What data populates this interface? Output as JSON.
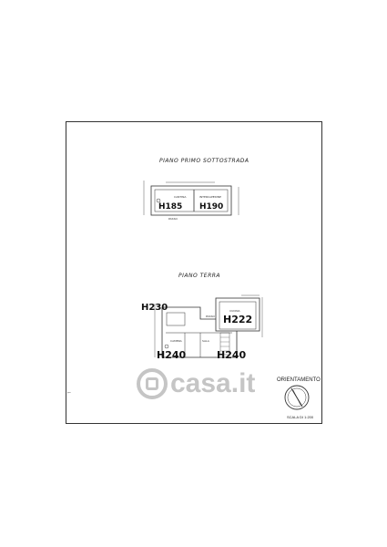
{
  "floor_plan": {
    "level_basement_title": "PIANO PRIMO SOTTOSTRADA",
    "level_ground_title": "PIANO TERRA",
    "basement_heights": [
      "H185",
      "H190"
    ],
    "ground_heights": [
      "H230",
      "H222",
      "H240",
      "H240"
    ],
    "orientation_label": "ORIENTAMENTO",
    "scale_label": "SCALA DI 1:200"
  },
  "watermark": {
    "text": "casa.it"
  },
  "colors": {
    "line": "#333333",
    "watermark": "#969696"
  }
}
